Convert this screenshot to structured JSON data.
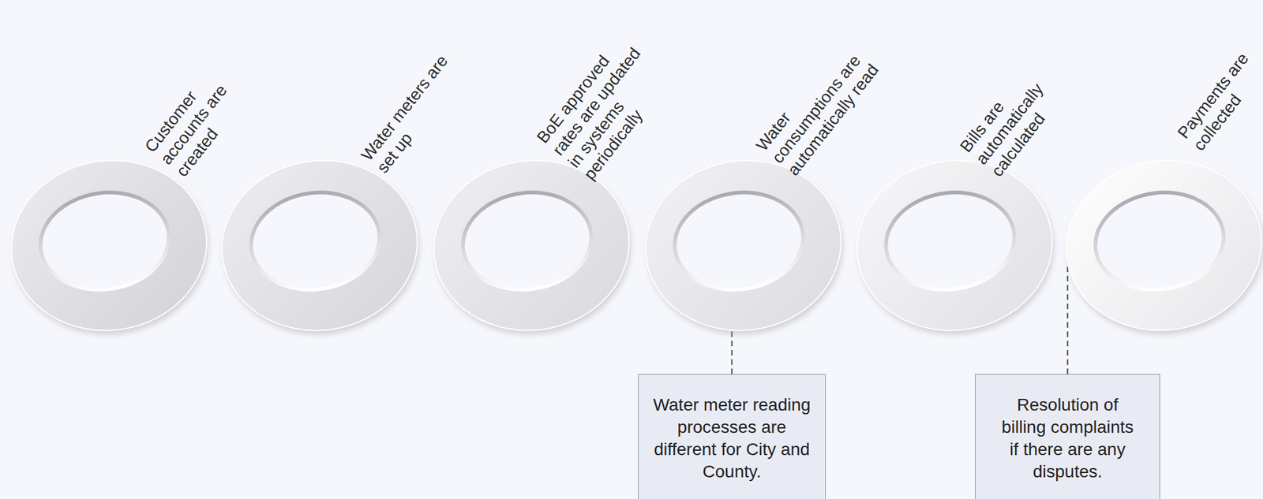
{
  "diagram": {
    "nodes": [
      {
        "text": [
          "Customer accounts are created"
        ]
      },
      {
        "text": [
          "Water meters are set up"
        ]
      },
      {
        "text": [
          "BoE approved rates are updated in systems periodically"
        ]
      },
      {
        "text": [
          "Water consumptions are automatically read"
        ]
      },
      {
        "text": [
          "Bills are automatically calculated"
        ]
      },
      {
        "text": [
          "Payments are collected"
        ]
      },
      {
        "text": [
          "Water meter reading processes are different for City and County."
        ]
      },
      {
        "text": [
          "Resolution of billing complaints if there are any disputes."
        ]
      }
    ],
    "edges": [
      {
        "from": 6,
        "to": 3,
        "arrow": "none"
      },
      {
        "from": 7,
        "to": 5,
        "arrow": "none"
      }
    ]
  }
}
